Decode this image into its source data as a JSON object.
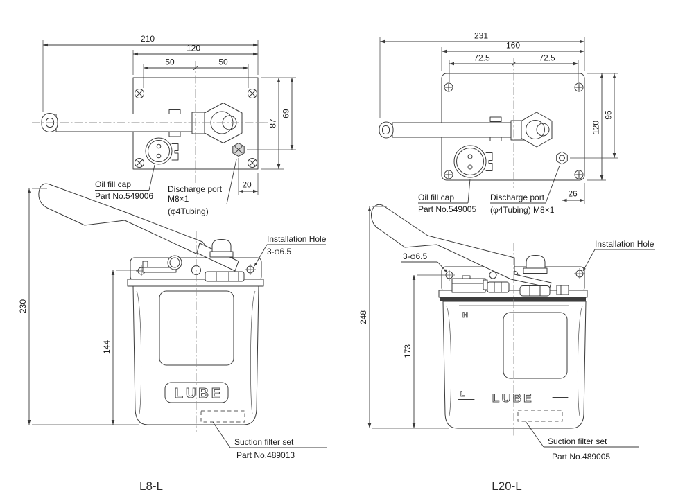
{
  "colors": {
    "line": "#3a3a3a",
    "background": "#ffffff",
    "centerline": "#8a8a8a"
  },
  "l8": {
    "caption": "L8-L",
    "top": {
      "dim_overall_width": "210",
      "dim_mount_width": "120",
      "dim_pitch_left": "50",
      "dim_pitch_right": "50",
      "dim_height_overall": "87",
      "dim_height_port": "69",
      "dim_port_offset": "20",
      "oil_cap_line1": "Oil fill cap",
      "oil_cap_line2": "Part No.549006",
      "port_line1": "Discharge port",
      "port_line2": "M8×1",
      "port_line3": "(φ4Tubing)"
    },
    "side": {
      "dim_height_total": "230",
      "dim_height_tank": "144",
      "hole_line1": "Installation Hole",
      "hole_line2": "3-φ6.5",
      "filter_line1": "Suction filter set",
      "filter_line2": "Part No.489013",
      "logo": "LUBE"
    }
  },
  "l20": {
    "caption": "L20-L",
    "top": {
      "dim_overall_width": "231",
      "dim_mount_width": "160",
      "dim_pitch_left": "72.5",
      "dim_pitch_right": "72.5",
      "dim_height_overall": "120",
      "dim_height_port": "95",
      "dim_port_offset": "26",
      "oil_cap_line1": "Oil fill cap",
      "oil_cap_line2": "Part No.549005",
      "port_line1": "Discharge port",
      "port_line2": "(φ4Tubing) M8×1"
    },
    "side": {
      "dim_height_total": "248",
      "dim_height_tank": "173",
      "hole_spec": "3-φ6.5",
      "hole_label": "Installation Hole",
      "filter_line1": "Suction filter set",
      "filter_line2": "Part No.489005",
      "logo": "LUBE",
      "level_high": "H",
      "level_low": "L"
    }
  }
}
